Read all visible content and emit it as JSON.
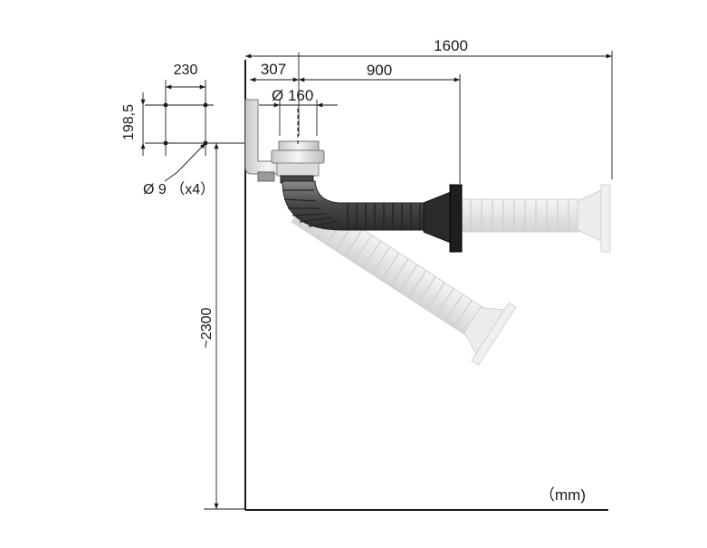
{
  "dimensions": {
    "width_mount": "230",
    "height_mount": "198,5",
    "offset_wall": "307",
    "total_reach": "1600",
    "arm_length": "900",
    "diameter": "Ø 160",
    "holes": "Ø 9 （x4）",
    "height_floor": "~2300"
  },
  "unit_label": "（mm)",
  "colors": {
    "line": "#1a1a1a",
    "hose_dark": "#3a3a3a",
    "hose_light": "#e6e6e6",
    "hood_dark": "#1e1e1e"
  }
}
